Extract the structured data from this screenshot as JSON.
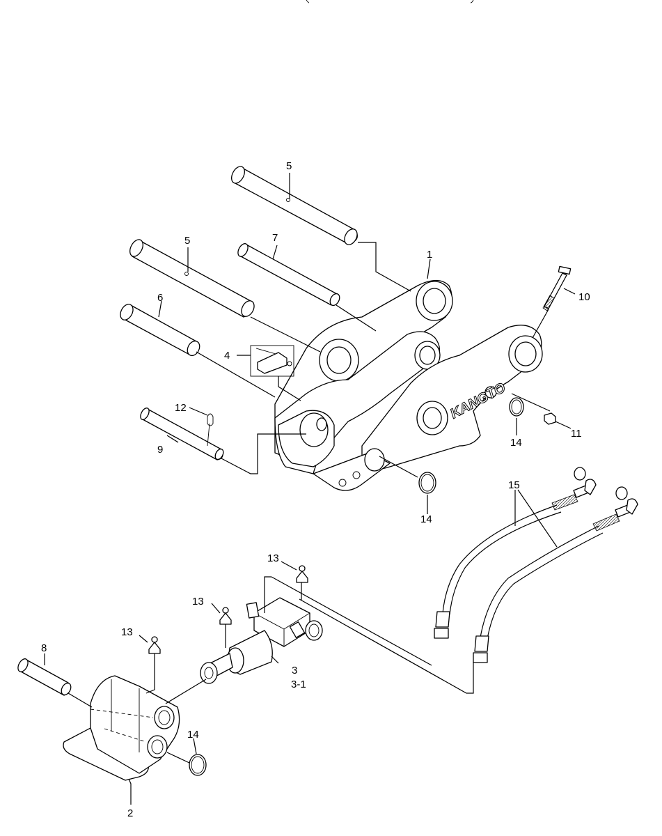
{
  "brand_text": "KANGTO",
  "labels": {
    "l5a": "5",
    "l5b": "5",
    "l7": "7",
    "l1": "1",
    "l10": "10",
    "l6": "6",
    "l4": "4",
    "l12": "12",
    "l9": "9",
    "l11": "11",
    "l14a": "14",
    "l14b": "14",
    "l14c": "14",
    "l15": "15",
    "l13a": "13",
    "l13b": "13",
    "l13c": "13",
    "l3": "3",
    "l31": "3-1",
    "l8": "8",
    "l2": "2"
  }
}
